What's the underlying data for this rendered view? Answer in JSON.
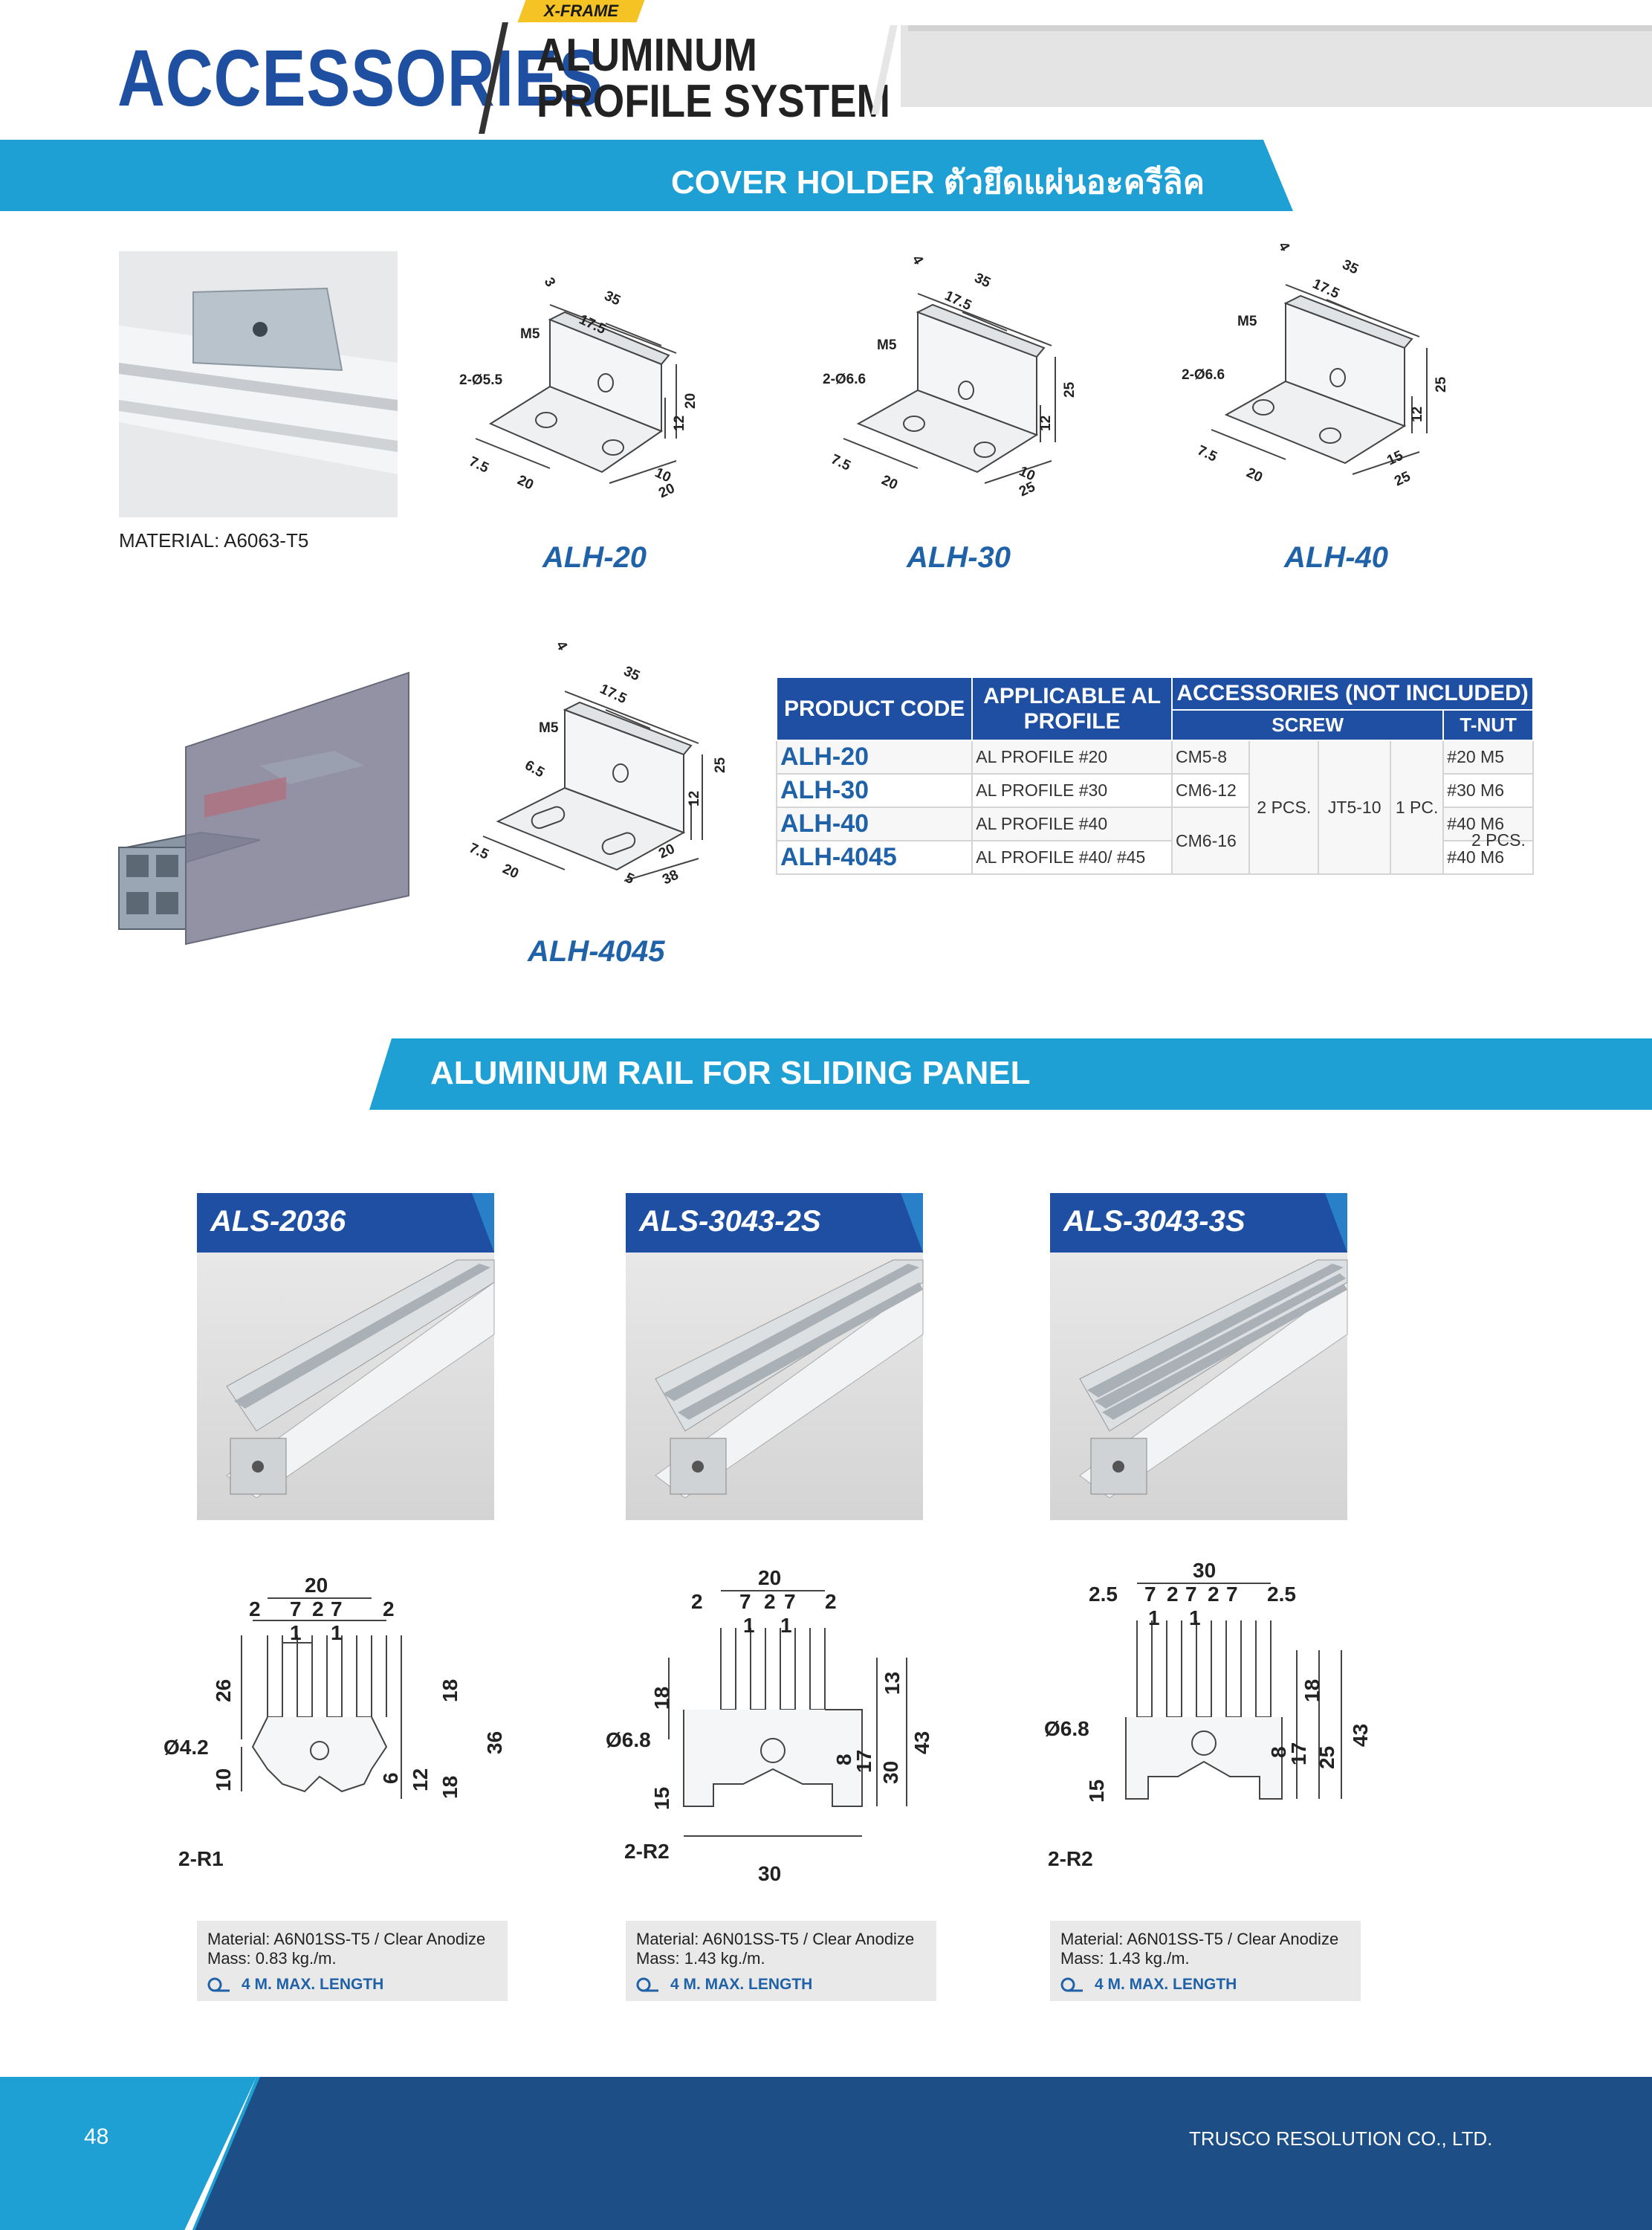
{
  "header": {
    "title": "ACCESSORIES",
    "tag": "X-FRAME",
    "subtitle_line1": "ALUMINUM",
    "subtitle_line2": "PROFILE SYSTEM"
  },
  "section1": {
    "title": "COVER HOLDER ตัวยึดแผ่นอะครีลิค",
    "material": "MATERIAL: A6063-T5",
    "drawings": [
      {
        "code": "ALH-20",
        "t": "3",
        "w": "35",
        "m": "17.5",
        "screw": "M5",
        "hole": "2-Ø5.5",
        "h": "20",
        "h2": "12",
        "b1": "7.5",
        "b2": "20",
        "d1": "10",
        "d2": "20"
      },
      {
        "code": "ALH-30",
        "t": "4",
        "w": "35",
        "m": "17.5",
        "screw": "M5",
        "hole": "2-Ø6.6",
        "h": "25",
        "h2": "12",
        "b1": "7.5",
        "b2": "20",
        "d1": "10",
        "d2": "25"
      },
      {
        "code": "ALH-40",
        "t": "4",
        "w": "35",
        "m": "17.5",
        "screw": "M5",
        "hole": "2-Ø6.6",
        "h": "25",
        "h2": "12",
        "b1": "7.5",
        "b2": "20",
        "d1": "15",
        "d2": "25"
      },
      {
        "code": "ALH-4045",
        "t": "4",
        "w": "35",
        "m": "17.5",
        "screw": "M5",
        "hole": "6.5",
        "h": "25",
        "h2": "12",
        "b1": "7.5",
        "b2": "20",
        "d1": "5",
        "d2": "20",
        "d3": "38"
      }
    ]
  },
  "table": {
    "h_code": "PRODUCT CODE",
    "h_applicable": "APPLICABLE AL PROFILE",
    "h_accessories": "ACCESSORIES (NOT INCLUDED)",
    "h_screw": "SCREW",
    "h_tnut": "T-NUT",
    "rows": [
      {
        "code": "ALH-20",
        "profile": "AL PROFILE #20",
        "screw": "CM5-8",
        "tnut": "#20 M5"
      },
      {
        "code": "ALH-30",
        "profile": "AL PROFILE #30",
        "screw": "CM6-12",
        "tnut": "#30 M6"
      },
      {
        "code": "ALH-40",
        "profile": "AL PROFILE #40",
        "screw": "CM6-16",
        "tnut": "#40 M6"
      },
      {
        "code": "ALH-4045",
        "profile": "AL PROFILE #40/ #45",
        "screw": "",
        "tnut": "#40 M6"
      }
    ],
    "screw_qty": "2 PCS.",
    "jt": "JT5-10",
    "jt_qty": "1 PC.",
    "tnut_qty": "2 PCS."
  },
  "section2": {
    "title": "ALUMINUM RAIL FOR SLIDING PANEL",
    "products": [
      {
        "code": "ALS-2036",
        "material": "Material: A6N01SS-T5 / Clear Anodize",
        "mass": "Mass: 0.83 kg./m.",
        "length": "4 M. MAX. LENGTH",
        "dims": {
          "top": "20",
          "a": "2",
          "b": "7",
          "c": "2",
          "d": "7",
          "e": "2",
          "gap": "1",
          "gap2": "1",
          "dia": "Ø4.2",
          "h1": "26",
          "h2": "10",
          "r": "2-R1",
          "r1": "18",
          "r2": "6",
          "r3": "12",
          "r4": "18",
          "total": "36"
        }
      },
      {
        "code": "ALS-3043-2S",
        "material": "Material: A6N01SS-T5 / Clear Anodize",
        "mass": "Mass: 1.43 kg./m.",
        "length": "4 M. MAX. LENGTH",
        "dims": {
          "top": "20",
          "a": "2",
          "b": "7",
          "c": "2",
          "d": "7",
          "e": "2",
          "gap": "1",
          "gap2": "1",
          "dia": "Ø6.8",
          "h1": "18",
          "h2": "15",
          "r": "2-R2",
          "r1": "13",
          "r2": "8",
          "r3": "17",
          "r4": "30",
          "total": "43",
          "bottom": "30"
        }
      },
      {
        "code": "ALS-3043-3S",
        "material": "Material: A6N01SS-T5 / Clear Anodize",
        "mass": "Mass: 1.43 kg./m.",
        "length": "4 M. MAX. LENGTH",
        "dims": {
          "top": "30",
          "a": "2.5",
          "b": "7",
          "c": "2",
          "d": "7",
          "c2": "2",
          "d2": "7",
          "e": "2.5",
          "gap": "1",
          "gap2": "1",
          "dia": "Ø6.8",
          "h2": "15",
          "r": "2-R2",
          "r1": "18",
          "r2": "8",
          "r3": "17",
          "r4": "25",
          "total": "43"
        }
      }
    ]
  },
  "footer": {
    "page": "48",
    "company": "TRUSCO RESOLUTION CO., LTD."
  }
}
